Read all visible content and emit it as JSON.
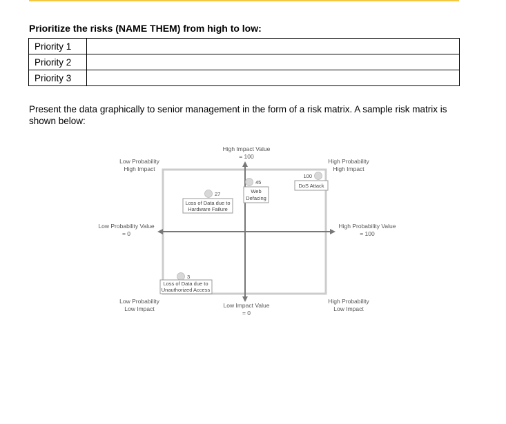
{
  "header": {
    "title": "Prioritize the risks (NAME THEM) from high to low:"
  },
  "priority_table": {
    "rows": [
      {
        "label": "Priority 1",
        "value": ""
      },
      {
        "label": "Priority 2",
        "value": ""
      },
      {
        "label": "Priority 3",
        "value": ""
      }
    ]
  },
  "instructions": "Present the data graphically to senior management in the form of a risk matrix. A sample risk matrix is shown below:",
  "matrix": {
    "top_axis": [
      "High Impact Value",
      "= 100"
    ],
    "bottom_axis": [
      "Low Impact Value",
      "= 0"
    ],
    "left_axis": [
      "Low Probability Value",
      "= 0"
    ],
    "right_axis": [
      "High Probability Value",
      "= 100"
    ],
    "corner_top_left": [
      "Low Probability",
      "High Impact"
    ],
    "corner_top_right": [
      "High Probability",
      "High Impact"
    ],
    "corner_bottom_left": [
      "Low Probability",
      "Low Impact"
    ],
    "corner_bottom_right": [
      "High Probability",
      "Low Impact"
    ],
    "risks": [
      {
        "value": "100",
        "label": [
          "DoS Attack"
        ]
      },
      {
        "value": "45",
        "label": [
          "Web",
          "Defacing"
        ]
      },
      {
        "value": "27",
        "label": [
          "Loss of Data due to",
          "Hardware Failure"
        ]
      },
      {
        "value": "3",
        "label": [
          "Loss of Data due to",
          "Unauthorized Access"
        ]
      }
    ],
    "colors": {
      "frame": "#cccccc",
      "axis": "#777777",
      "marker": "#d8d8d8"
    }
  }
}
